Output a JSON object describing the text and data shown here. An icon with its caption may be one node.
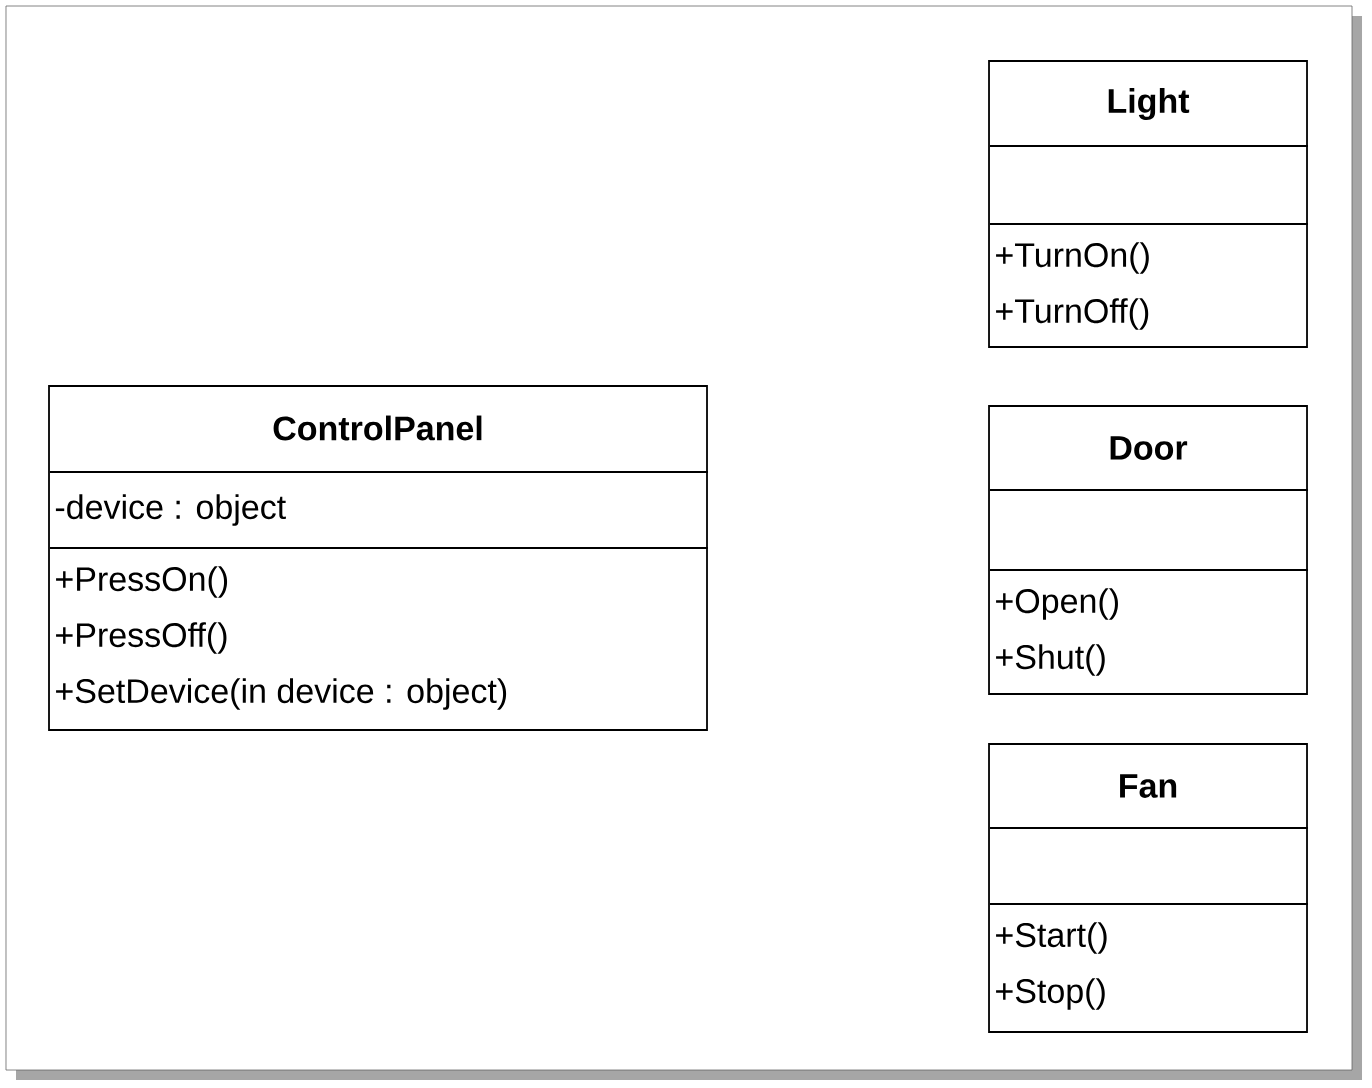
{
  "diagram": {
    "nodes": [
      {
        "text": [
          "ControlPanel",
          "-device : object",
          "+PressOn()",
          "+PressOff()",
          "+SetDevice(in device : object)"
        ]
      },
      {
        "text": [
          "Light",
          "+TurnOn()",
          "+TurnOff()"
        ]
      },
      {
        "text": [
          "Door",
          "+Open()",
          "+Shut()"
        ]
      },
      {
        "text": [
          "Fan",
          "+Start()",
          "+Stop()"
        ]
      }
    ]
  }
}
